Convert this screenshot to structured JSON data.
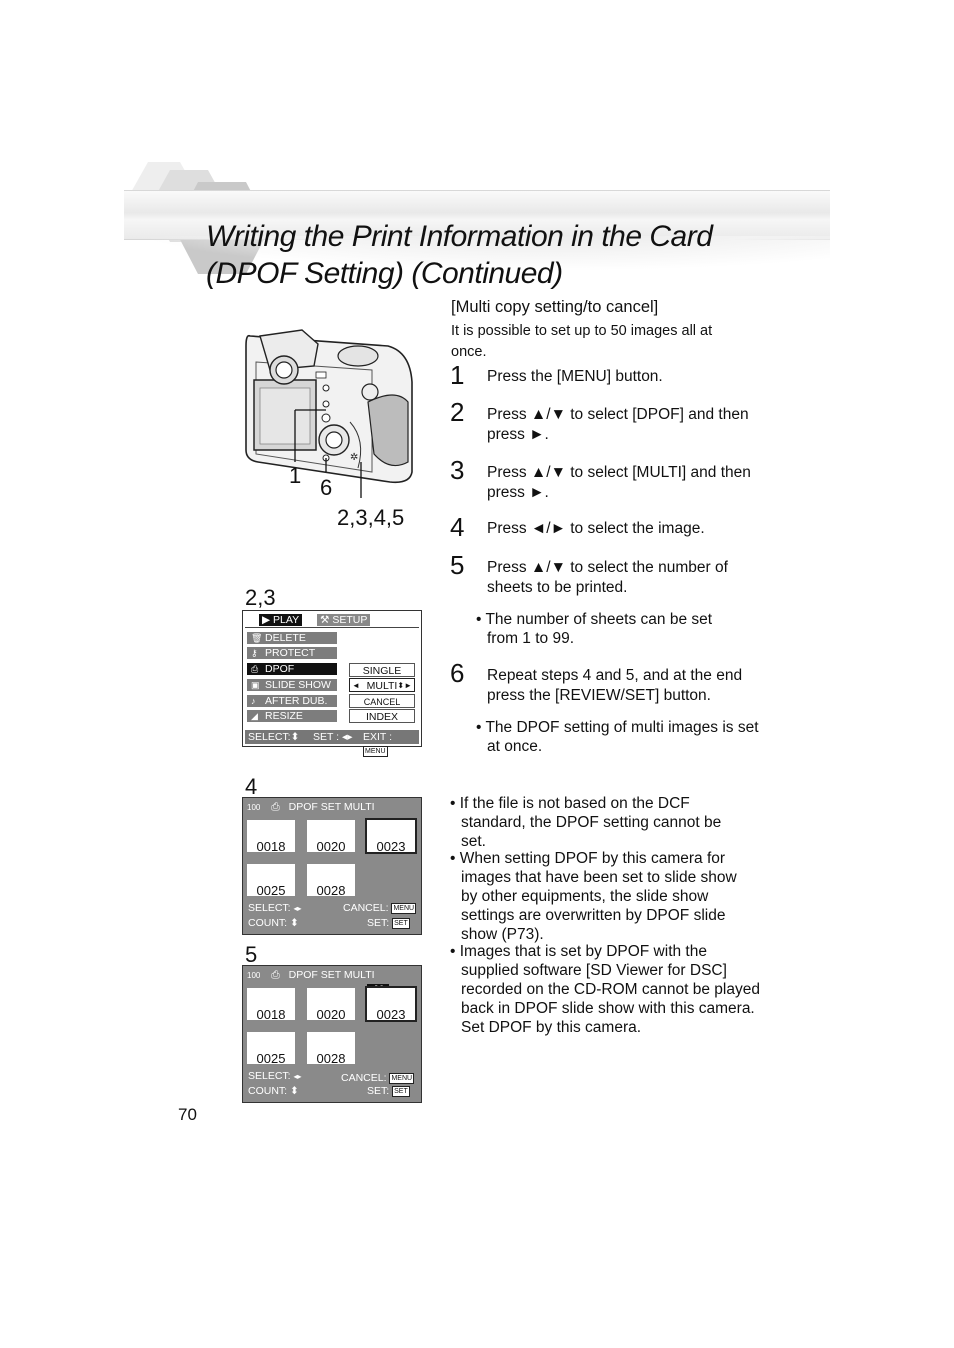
{
  "title": {
    "line1": "Writing the Print Information in the Card",
    "line2": "(DPOF Setting) (Continued)"
  },
  "section": {
    "heading": "[Multi copy setting/to cancel]",
    "intro": "It is possible to set up to 50 images all at once."
  },
  "steps": [
    {
      "num": "1",
      "text": "Press the [MENU] button."
    },
    {
      "num": "2",
      "text": "Press ▲/▼ to select [DPOF] and then press ►."
    },
    {
      "num": "3",
      "text": "Press ▲/▼ to select [MULTI] and then press ►."
    },
    {
      "num": "4",
      "text": "Press ◄/► to select the image."
    },
    {
      "num": "5",
      "text": "Press ▲/▼ to select the number of sheets to be printed."
    },
    {
      "num": "6",
      "text": "Repeat steps 4 and 5, and at the end press the [REVIEW/SET] button."
    }
  ],
  "step_notes": {
    "step5": "• The number of sheets can be set from 1 to 99.",
    "step6": "• The DPOF setting of multi images is set at once."
  },
  "notes": [
    "• If the file is not based on the DCF standard, the DPOF setting cannot be set.",
    "• When setting DPOF by this camera for images that have been set to slide show by other equipments, the slide show settings are overwritten by DPOF slide show (P73).",
    "• Images that is set by DPOF with the supplied software [SD Viewer for DSC] recorded on the CD-ROM cannot be played back in DPOF slide show with this camera. Set DPOF by this camera."
  ],
  "camera_labels": {
    "menu_btn": "1",
    "review_btn": "6",
    "cursor": "2,3,4,5"
  },
  "panel_23": {
    "label": "2,3",
    "tab_play": "PLAY",
    "tab_setup": "SETUP",
    "menu": [
      "DELETE",
      "PROTECT",
      "DPOF",
      "SLIDE SHOW",
      "AFTER DUB.",
      "RESIZE"
    ],
    "options": [
      "SINGLE",
      "MULTI",
      "CANCEL",
      "INDEX"
    ],
    "footer_select": "SELECT:",
    "footer_set": "SET :",
    "footer_exit": "EXIT :",
    "menu_key": "MENU"
  },
  "panel_4": {
    "label": "4",
    "folder": "100",
    "title": "DPOF SET MULTI",
    "thumbs": [
      "0018",
      "0020",
      "0023",
      "0025",
      "0028"
    ],
    "select": "SELECT:",
    "cancel": "CANCEL:",
    "count": "COUNT:",
    "set": "SET:",
    "menu_key": "MENU",
    "set_key": "SET"
  },
  "panel_5": {
    "label": "5",
    "folder": "100",
    "title": "DPOF SET MULTI",
    "thumbs": [
      "0018",
      "0020",
      "0023",
      "0025",
      "0028"
    ],
    "count_badge": "3",
    "select": "SELECT:",
    "cancel": "CANCEL:",
    "count": "COUNT:",
    "set": "SET:",
    "menu_key": "MENU",
    "set_key": "SET"
  },
  "page_number": "70"
}
